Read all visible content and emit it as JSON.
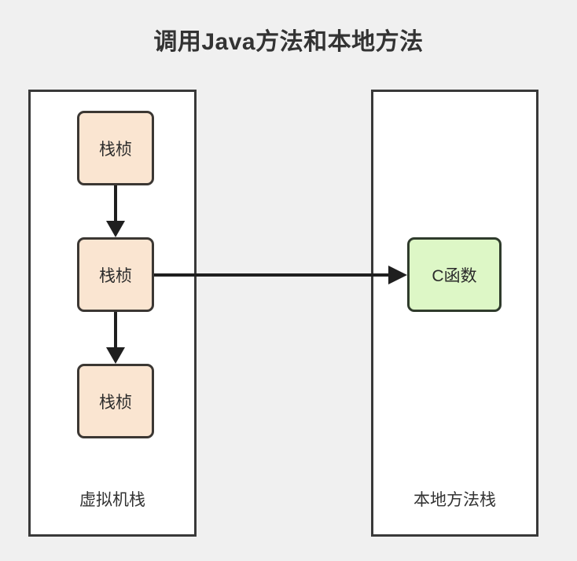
{
  "diagram": {
    "title": "调用Java方法和本地方法",
    "background_color": "#f0f0f0",
    "title_color": "#333333",
    "containers": [
      {
        "id": "vm-stack",
        "label": "虚拟机栈",
        "fill": "#ffffff",
        "stroke": "#393939"
      },
      {
        "id": "native-stack",
        "label": "本地方法栈",
        "fill": "#ffffff",
        "stroke": "#393939"
      }
    ],
    "frames": [
      {
        "id": "frame-1",
        "label": "栈桢",
        "fill": "#fae5d1",
        "stroke": "#3b3733"
      },
      {
        "id": "frame-2",
        "label": "栈桢",
        "fill": "#fae5d1",
        "stroke": "#3b3733"
      },
      {
        "id": "frame-3",
        "label": "栈桢",
        "fill": "#fae5d1",
        "stroke": "#3b3733"
      }
    ],
    "native_node": {
      "id": "c-function",
      "label": "C函数",
      "fill": "#ddf7c6",
      "stroke": "#2f3b2c"
    },
    "connectors": [
      {
        "id": "frame1-to-frame2",
        "from": "frame-1",
        "to": "frame-2",
        "direction": "down",
        "color": "#1f1f1f"
      },
      {
        "id": "frame2-to-frame3",
        "from": "frame-2",
        "to": "frame-3",
        "direction": "down",
        "color": "#1f1f1f"
      },
      {
        "id": "frame2-to-c-function",
        "from": "frame-2",
        "to": "c-function",
        "direction": "right",
        "color": "#1f1f1f"
      }
    ]
  }
}
